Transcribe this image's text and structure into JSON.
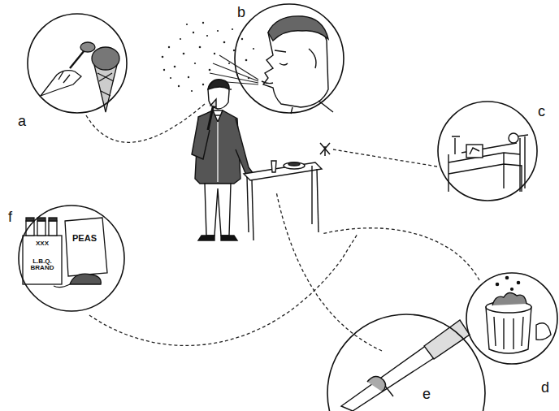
{
  "diagram": {
    "nodes": [
      {
        "text": [
          "a"
        ]
      },
      {
        "text": [
          "b"
        ]
      },
      {
        "text": [
          "c"
        ]
      },
      {
        "text": [
          "d"
        ]
      },
      {
        "text": [
          "e"
        ]
      },
      {
        "text": [
          "f"
        ]
      }
    ],
    "labels": [
      "XXX",
      "L.B.Q. BRAND",
      "PEAS"
    ]
  }
}
